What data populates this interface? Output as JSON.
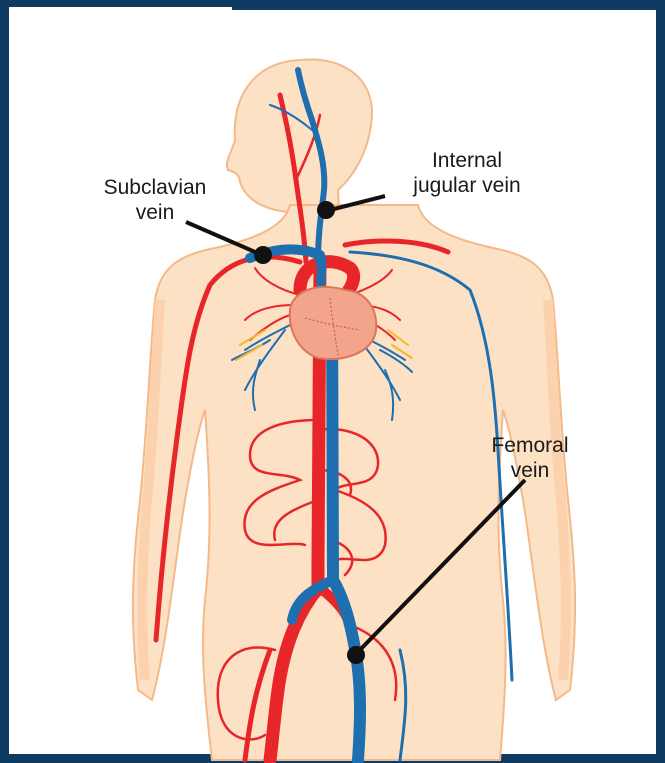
{
  "labels": {
    "subclavian": [
      "Subclavian",
      "vein"
    ],
    "internal_jugular": [
      "Internal",
      "jugular vein"
    ],
    "femoral": [
      "Femoral",
      "vein"
    ]
  },
  "colors": {
    "frame": "#0f3b63",
    "skin": "#fde1c4",
    "skin_outline": "#f4b98a",
    "artery": "#e8262a",
    "vein": "#1d6fb0",
    "heart": "#f2a48c",
    "nerve": "#f3b72d",
    "callout": "#111111"
  }
}
